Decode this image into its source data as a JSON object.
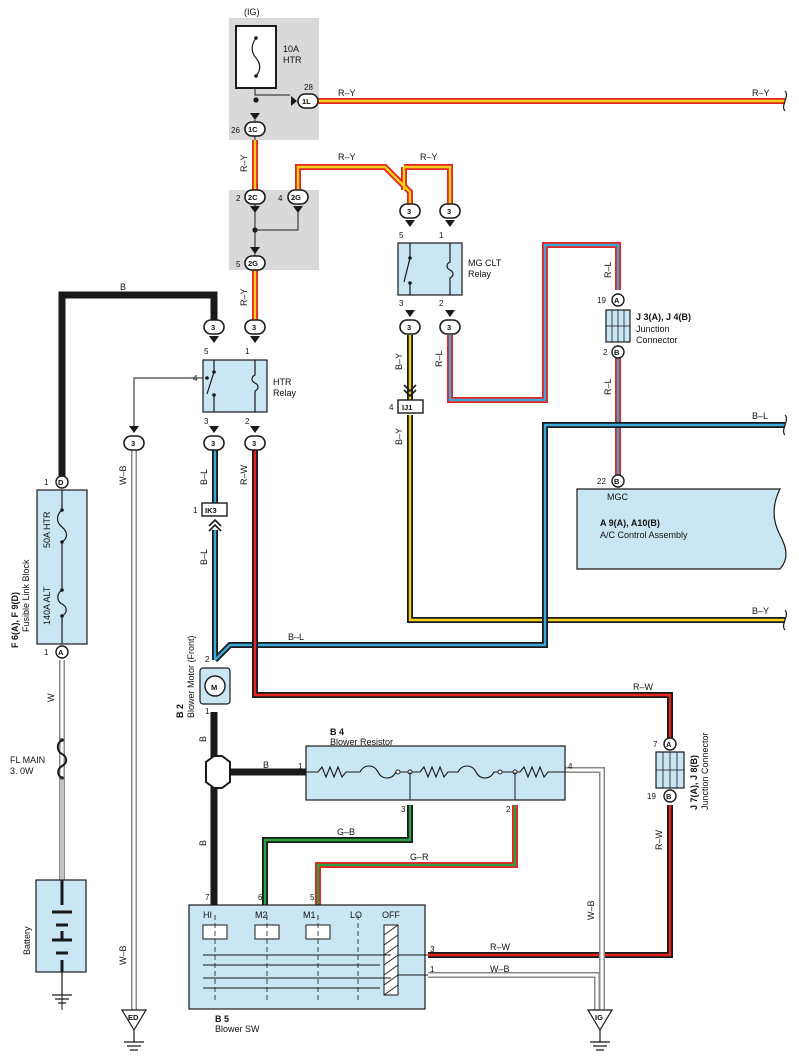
{
  "colors": {
    "wire_black": "#1a1a1a",
    "wire_red": "#e52420",
    "wire_yellow": "#f4d21c",
    "wire_blue": "#3aa8d8",
    "wire_green": "#2f9e44",
    "wire_white_outline": "#8a8a8a",
    "box_fill": "#c8e6f4",
    "shade_fill": "#d9d9d9"
  },
  "labels": {
    "ig_top": "(IG)",
    "fuse_htr_amp": "10A",
    "fuse_htr_name": "HTR",
    "mgclt_name_1": "MG CLT",
    "mgclt_name_2": "Relay",
    "htr_relay_1": "HTR",
    "htr_relay_2": "Relay",
    "jc_top_title": "J 3(A), J 4(B)",
    "jc_top_sub1": "Junction",
    "jc_top_sub2": "Connector",
    "ac_mgc": "MGC",
    "ac_title": "A 9(A), A10(B)",
    "ac_sub": "A/C Control Assembly",
    "fl_block_title": "F 6(A), F 9(D)",
    "fl_block_sub": "Fusible Link Block",
    "fl_50a": "50A HTR",
    "fl_140a": "140A ALT",
    "fl_main_1": "FL MAIN",
    "fl_main_2": "3. 0W",
    "battery": "Battery",
    "motor_title": "B 2",
    "motor_sub": "Blower Motor (Front)",
    "motor_symbol": "M",
    "resistor_title": "B 4",
    "resistor_sub": "Blower Resistor",
    "jc_bot_title": "J 7(A), J 8(B)",
    "jc_bot_sub": "Junction Connector",
    "sw_title": "B 5",
    "sw_sub": "Blower SW",
    "sw_hi": "HI",
    "sw_m2": "M2",
    "sw_m1": "M1",
    "sw_lo": "LO",
    "sw_off": "OFF",
    "gnd_ed": "ED",
    "gnd_ig": "IG"
  },
  "wire_codes": {
    "ry": "R–Y",
    "b": "B",
    "rl": "R–L",
    "bl": "B–L",
    "by": "B–Y",
    "rw": "R–W",
    "wb": "W–B",
    "gb": "G–B",
    "gr": "G–R",
    "w": "W"
  },
  "connectors": {
    "c1L": "1L",
    "c1C": "1C",
    "c2C": "2C",
    "c2G": "2G",
    "c2G2": "2G",
    "cIJ1": "IJ1",
    "cIK3": "IK3",
    "c3": "3",
    "cA": "A",
    "cB": "B",
    "cD": "D"
  },
  "pins": {
    "p28": "28",
    "p26": "26",
    "p2": "2",
    "p4": "4",
    "p5": "5",
    "p1": "1",
    "p3": "3",
    "p19": "19",
    "p22": "22",
    "p6": "6",
    "p7": "7"
  }
}
